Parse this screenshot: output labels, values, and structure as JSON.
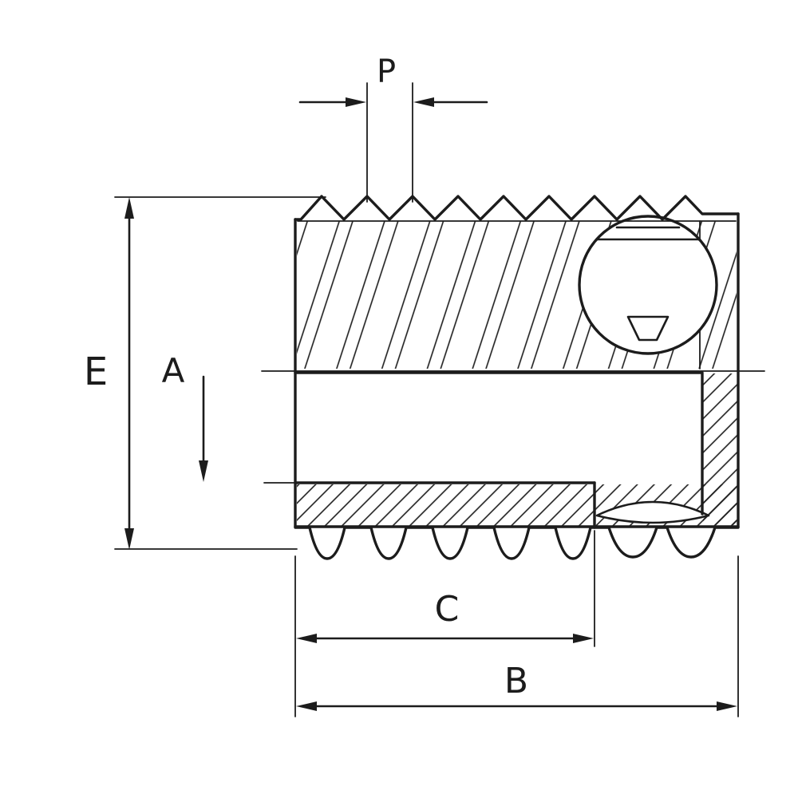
{
  "page": {
    "background_color": "#ffffff"
  },
  "drawing": {
    "ink_color": "#1c1c1c",
    "labels": {
      "p": "P",
      "e": "E",
      "a": "A",
      "c": "C",
      "b": "B"
    }
  }
}
